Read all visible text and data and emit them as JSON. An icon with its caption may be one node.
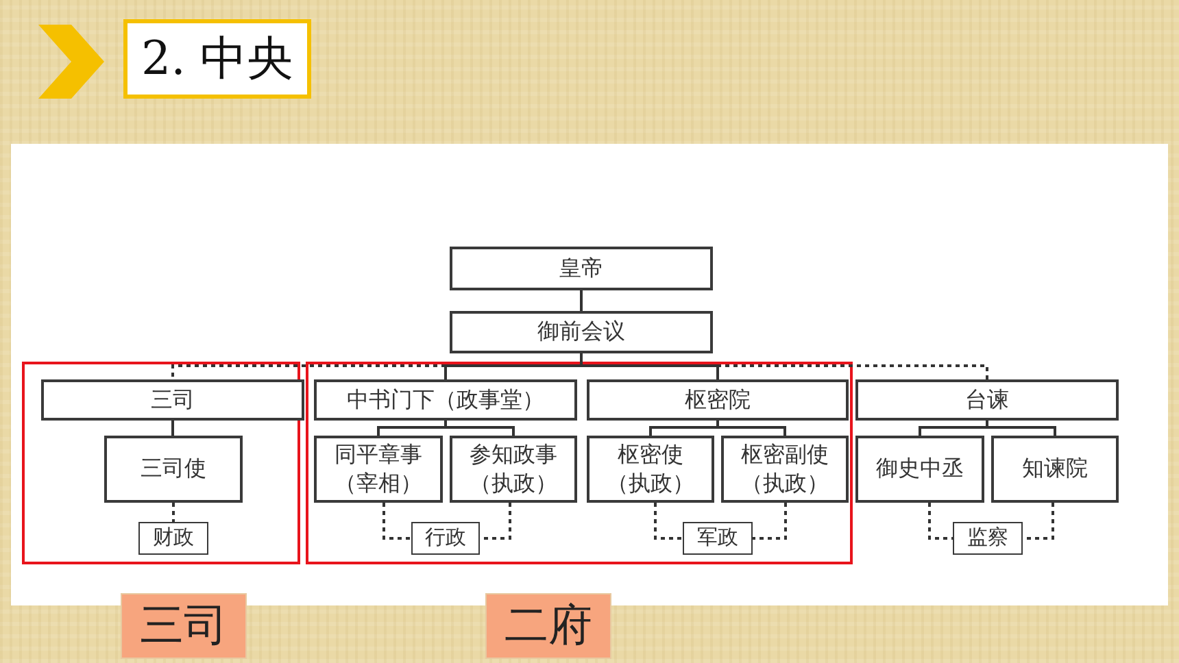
{
  "diagram": {
    "title": "2. 中央",
    "nodes": [
      {
        "text": [
          "皇帝"
        ]
      },
      {
        "text": [
          "御前会议"
        ]
      },
      {
        "text": [
          "三司"
        ]
      },
      {
        "text": [
          "三司使"
        ]
      },
      {
        "text": [
          "财政"
        ]
      },
      {
        "text": [
          "中书门下（政事堂）"
        ]
      },
      {
        "text": [
          "同平章事（宰相）"
        ]
      },
      {
        "text": [
          "参知政事（执政）"
        ]
      },
      {
        "text": [
          "行政"
        ]
      },
      {
        "text": [
          "枢密院"
        ]
      },
      {
        "text": [
          "枢密使（执政）"
        ]
      },
      {
        "text": [
          "枢密副使（执政）"
        ]
      },
      {
        "text": [
          "军政"
        ]
      },
      {
        "text": [
          "台谏"
        ]
      },
      {
        "text": [
          "御史中丞"
        ]
      },
      {
        "text": [
          "知谏院"
        ]
      },
      {
        "text": [
          "监察"
        ]
      },
      {
        "text": [
          "三司"
        ]
      },
      {
        "text": [
          "二府"
        ]
      }
    ],
    "edges": [
      {
        "from": 0,
        "to": 1,
        "arrow": "none"
      },
      {
        "from": 1,
        "to": 2,
        "arrow": "none",
        "style": "dashed"
      },
      {
        "from": 1,
        "to": 5,
        "arrow": "none"
      },
      {
        "from": 1,
        "to": 9,
        "arrow": "none"
      },
      {
        "from": 1,
        "to": 13,
        "arrow": "none",
        "style": "dashed"
      },
      {
        "from": 2,
        "to": 3,
        "arrow": "none"
      },
      {
        "from": 3,
        "to": 4,
        "arrow": "none",
        "style": "dashed"
      },
      {
        "from": 5,
        "to": 6,
        "arrow": "none"
      },
      {
        "from": 5,
        "to": 7,
        "arrow": "none"
      },
      {
        "from": 6,
        "to": 8,
        "arrow": "none",
        "style": "dashed"
      },
      {
        "from": 7,
        "to": 8,
        "arrow": "none",
        "style": "dashed"
      },
      {
        "from": 9,
        "to": 10,
        "arrow": "none"
      },
      {
        "from": 9,
        "to": 11,
        "arrow": "none"
      },
      {
        "from": 10,
        "to": 12,
        "arrow": "none",
        "style": "dashed"
      },
      {
        "from": 11,
        "to": 12,
        "arrow": "none",
        "style": "dashed"
      },
      {
        "from": 13,
        "to": 14,
        "arrow": "none"
      },
      {
        "from": 13,
        "to": 15,
        "arrow": "none"
      },
      {
        "from": 14,
        "to": 16,
        "arrow": "none",
        "style": "dashed"
      },
      {
        "from": 15,
        "to": 16,
        "arrow": "none",
        "style": "dashed"
      }
    ]
  }
}
